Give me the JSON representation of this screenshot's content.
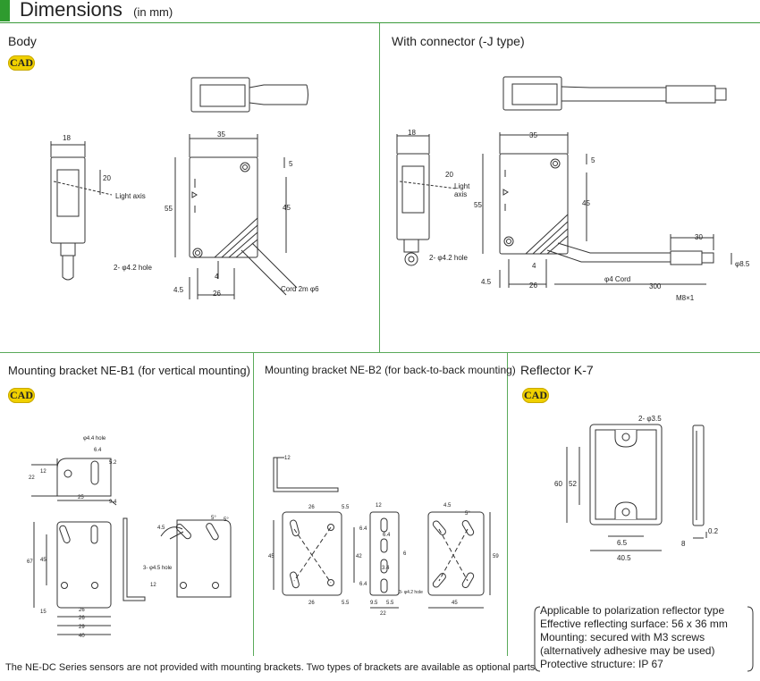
{
  "header": {
    "title": "Dimensions",
    "unit": "(in mm)"
  },
  "cad_label": "CAD",
  "sections": {
    "body": {
      "title": "Body"
    },
    "connector": {
      "title": "With connector (-J type)"
    },
    "b1": {
      "title": "Mounting bracket NE-B1 (for vertical mounting)"
    },
    "b2": {
      "title": "Mounting bracket NE-B2 (for back-to-back mounting)"
    },
    "reflector": {
      "title": "Reflector K-7"
    }
  },
  "body_dims": {
    "w18": "18",
    "h20": "20",
    "light_axis": "Light axis",
    "w35": "35",
    "d5": "5",
    "h55": "55",
    "h45": "45",
    "hole": "2- φ4.2 hole",
    "d45": "4.5",
    "w26": "26",
    "d4": "4",
    "cord": "Cord 2m  φ6"
  },
  "conn_dims": {
    "w18": "18",
    "h20": "20",
    "light": "Light",
    "axis": "axis",
    "w35": "35",
    "d5": "5",
    "h55": "55",
    "h45": "45",
    "hole": "2- φ4.2 hole",
    "d45": "4.5",
    "w26": "26",
    "d4": "4",
    "cord": "φ4 Cord",
    "l30": "30",
    "d85": "φ8.5",
    "l300": "300",
    "m8": "M8×1"
  },
  "b1_dims": {
    "hole": "φ4.4 hole",
    "d64": "6.4",
    "d52": "5.2",
    "d12": "12",
    "d22": "22",
    "d25": "25",
    "d94": "9.4",
    "d67": "67",
    "d45": "45",
    "d15": "15",
    "d26a": "26",
    "d26b": "26",
    "d29": "29",
    "d40": "40",
    "d45b": "4.5",
    "deg": "5°",
    "deg2": "5°",
    "hole2": "3- φ4.5 hole",
    "d12b": "12"
  },
  "b2_dims": {
    "d12": "12",
    "d26a": "26",
    "d55a": "5.5",
    "d12b": "12",
    "d45": "45",
    "d42": "42",
    "d59": "59",
    "d26b": "26",
    "d55b": "5.5",
    "d64a": "6.4",
    "d64b": "6.4",
    "d64c": "6.4",
    "d6": "6",
    "d34": "3.4",
    "d95": "9.5",
    "d55c": "5.5",
    "d22": "22",
    "d45b": "4.5",
    "deg": "5°",
    "hole": "3- φ4.2 hole",
    "d45c": "45"
  },
  "refl_dims": {
    "hole": "2- φ3.5",
    "d60": "60",
    "d52": "52",
    "d65": "6.5",
    "d405": "40.5",
    "d8": "8",
    "d02": "0.2"
  },
  "reflector_notes": [
    "Applicable to polarization reflector type",
    "Effective reflecting surface: 56 x 36 mm",
    "Mounting: secured with M3 screws",
    "(alternatively adhesive may be used)",
    "Protective structure: IP 67"
  ],
  "footnote": "The NE-DC Series sensors are not provided with mounting brackets.  Two types of brackets are available as optional parts.",
  "colors": {
    "accent": "#2e9b2e",
    "divider": "#5aaa5a",
    "cad_badge": "#f0d000"
  }
}
